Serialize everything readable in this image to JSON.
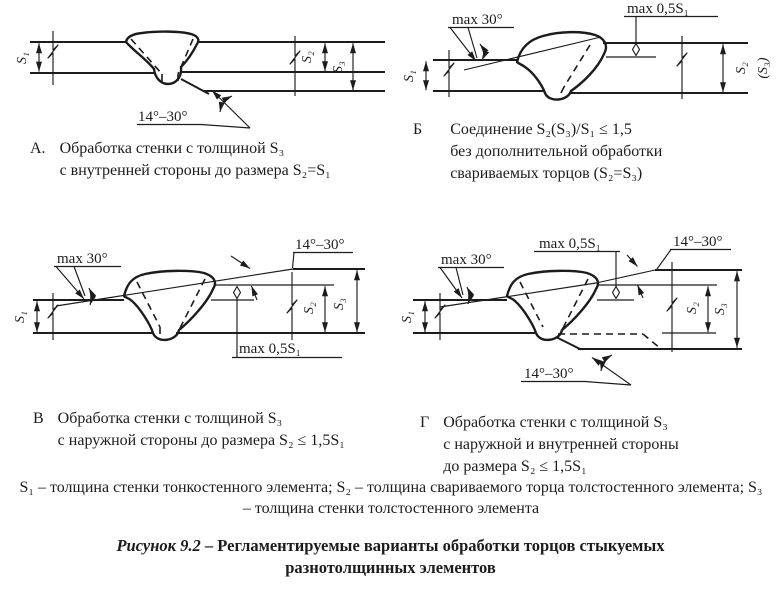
{
  "page": {
    "background": "#ffffff",
    "ink": "#1c1c1c"
  },
  "panels": {
    "a": {
      "label": "А.",
      "caption": [
        "Обработка стенки с толщиной S₃",
        "с внутренней стороны до размера S₂=S₁"
      ],
      "ann": {
        "angle": "14°–30°",
        "s1": "S₁",
        "s2": "S₂",
        "s3": "S₃"
      }
    },
    "b": {
      "label": "Б",
      "caption": [
        "Соединение S₂(S₃)/S₁ ≤ 1,5",
        "без дополнительной обработки",
        "свариваемых торцов (S₂=S₃)"
      ],
      "ann": {
        "max30": "max 30°",
        "max05": "max 0,5S₁",
        "s1": "S₁",
        "s2": "S₂",
        "s3": "(S₃)"
      }
    },
    "v": {
      "label": "В",
      "caption": [
        "Обработка стенки с толщиной S₃",
        "с наружной стороны до размера S₂ ≤ 1,5S₁"
      ],
      "ann": {
        "max30": "max 30°",
        "angle": "14°–30°",
        "max05": "max 0,5S₁",
        "s1": "S₁",
        "s2": "S₂",
        "s3": "S₃"
      }
    },
    "g": {
      "label": "Г",
      "caption": [
        "Обработка стенки с толщиной S₃",
        "с наружной и внутренней стороны",
        "до размера S₂ ≤ 1,5S₁"
      ],
      "ann": {
        "max30": "max 30°",
        "max05": "max 0,5S₁",
        "angle_top": "14°–30°",
        "angle_bottom": "14°–30°",
        "s1": "S₁",
        "s2": "S₂",
        "s3": "S₃"
      }
    }
  },
  "legend": "S₁ – толщина стенки тонкостенного элемента; S₂ – толщина свариваемого торца толстостенного элемента; S₃ – толщина стенки толстостенного элемента",
  "figure_caption": {
    "number": "Рисунок 9.2",
    "text": "– Регламентируемые варианты обработки торцов стыкуемых разнотолщинных элементов"
  }
}
